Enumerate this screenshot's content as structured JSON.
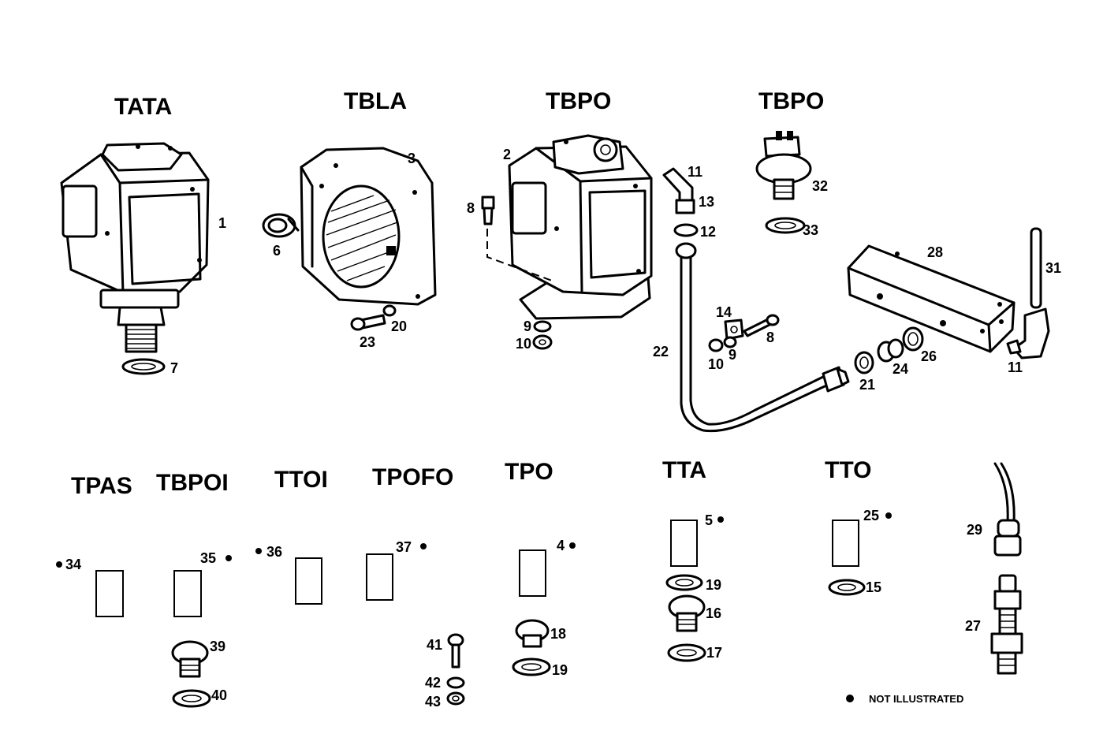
{
  "groups": {
    "tata": "TATA",
    "tbla": "TBLA",
    "tbpo_a": "TBPO",
    "tbpo_b": "TBPO",
    "tpas": "TPAS",
    "tbpoi": "TBPOI",
    "ttoi": "TTOI",
    "tpofo": "TPOFO",
    "tpo": "TPO",
    "tta": "TTA",
    "tto": "TTO"
  },
  "parts": {
    "p1": "1",
    "p2": "2",
    "p3": "3",
    "p6": "6",
    "p7": "7",
    "p8a": "8",
    "p8b": "8",
    "p9a": "9",
    "p9b": "9",
    "p10a": "10",
    "p10b": "10",
    "p11a": "11",
    "p11b": "11",
    "p12": "12",
    "p13": "13",
    "p14": "14",
    "p20": "20",
    "p21": "21",
    "p22": "22",
    "p23": "23",
    "p24": "24",
    "p26": "26",
    "p28": "28",
    "p31": "31",
    "p32": "32",
    "p33": "33",
    "p34": "34",
    "p35": "35",
    "p36": "36",
    "p37": "37",
    "p39": "39",
    "p40": "40",
    "p41": "41",
    "p42": "42",
    "p43": "43",
    "p4": "4",
    "p18": "18",
    "p19a": "19",
    "p5": "5",
    "p19b": "19",
    "p16": "16",
    "p17": "17",
    "p25": "25",
    "p15": "15",
    "p29": "29",
    "p27": "27"
  },
  "legend": {
    "not_illustrated": "NOT ILLUSTRATED"
  }
}
